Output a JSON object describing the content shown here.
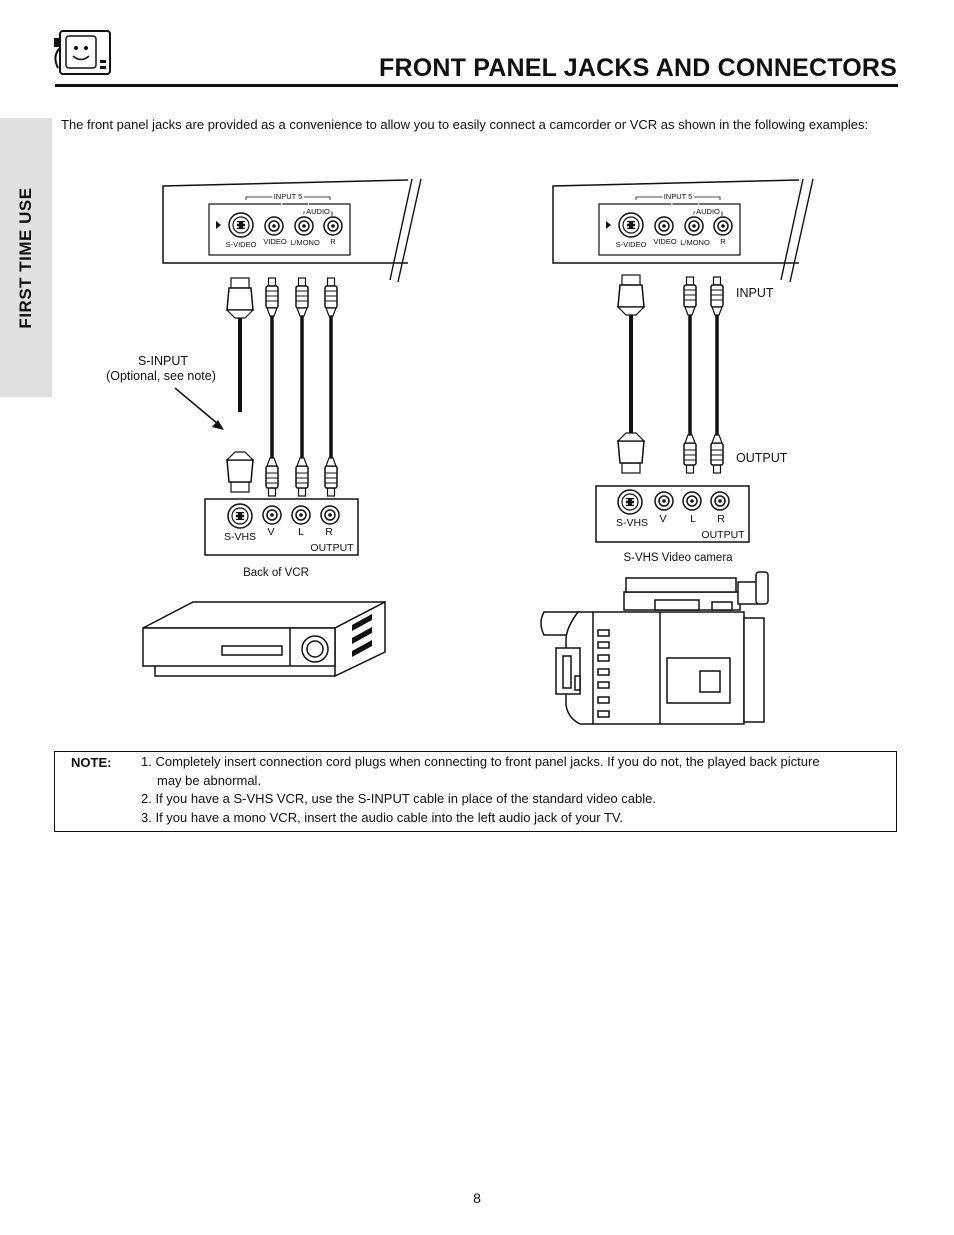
{
  "header": {
    "title": "FRONT PANEL JACKS AND CONNECTORS",
    "side_tab": "FIRST TIME USE",
    "logo_icon": "tv-mascot-icon"
  },
  "intro": "The front panel jacks are provided as a convenience to allow you to easily connect a camcorder or VCR as shown in the following examples:",
  "diagram_left": {
    "panel": {
      "group_label": "INPUT 5",
      "audio_label": "AUDIO",
      "svideo_label": "S-VIDEO",
      "video_label": "VIDEO",
      "lmono_label": "L/MONO",
      "r_label": "R"
    },
    "callout_title": "S-INPUT",
    "callout_sub": "(Optional, see note)",
    "vcr_panel": {
      "svhs_label": "S-VHS",
      "v_label": "V",
      "l_label": "L",
      "r_label": "R",
      "output_label": "OUTPUT"
    },
    "device_caption": "Back of VCR"
  },
  "diagram_right": {
    "panel": {
      "group_label": "INPUT 5",
      "audio_label": "AUDIO",
      "svideo_label": "S-VIDEO",
      "video_label": "VIDEO",
      "lmono_label": "L/MONO",
      "r_label": "R"
    },
    "input_label": "INPUT",
    "output_label": "OUTPUT",
    "cam_panel": {
      "svhs_label": "S-VHS",
      "v_label": "V",
      "l_label": "L",
      "r_label": "R",
      "output_label": "OUTPUT"
    },
    "device_caption": "S-VHS Video camera"
  },
  "note": {
    "label": "NOTE:",
    "line1": "1. Completely insert connection cord plugs when connecting to front panel jacks.  If you do not, the played back picture",
    "line1b": "may be abnormal.",
    "line2": "2. If you have a S-VHS VCR, use the S-INPUT cable in place of the standard video cable.",
    "line3": "3. If you have a mono VCR, insert the audio cable into the left audio jack of your TV."
  },
  "page_number": "8"
}
